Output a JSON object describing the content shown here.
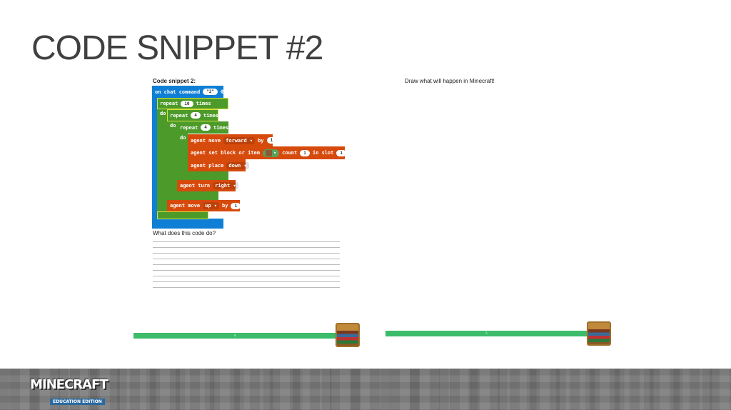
{
  "slide": {
    "title": "CODE SNIPPET #2"
  },
  "left": {
    "caption": "Code snippet 2:",
    "question": "What does this code do?",
    "page": "4"
  },
  "right": {
    "caption": "Draw what will happen in Minecraft!",
    "page": "5"
  },
  "code": {
    "chat": {
      "label": "on chat command",
      "value": "\"2\""
    },
    "repeat_outer": {
      "label": "repeat",
      "value": "10",
      "suffix": "times",
      "do": "do"
    },
    "repeat_mid": {
      "label": "repeat",
      "value": "4",
      "suffix": "times",
      "do": "do"
    },
    "repeat_inner": {
      "label": "repeat",
      "value": "4",
      "suffix": "times",
      "do": "do"
    },
    "move_fwd": {
      "label": "agent move",
      "dir": "forward ▾",
      "by": "by",
      "value": "1"
    },
    "set_block": {
      "label": "agent set block or item",
      "count": "count",
      "count_value": "1",
      "slot": "in slot",
      "slot_value": "1"
    },
    "place": {
      "label": "agent place",
      "dir": "down ▾"
    },
    "turn": {
      "label": "agent turn",
      "dir": "right ▾"
    },
    "move_up": {
      "label": "agent move",
      "dir": "up ▾",
      "by": "by",
      "value": "1"
    }
  },
  "footer": {
    "logo_text": "MINECRAFT",
    "logo_sub": "EDUCATION EDITION"
  },
  "colors": {
    "event": "#0f7fd6",
    "loop": "#4c9a2a",
    "agent": "#d64a0c",
    "progress": "#3cbb6a"
  }
}
